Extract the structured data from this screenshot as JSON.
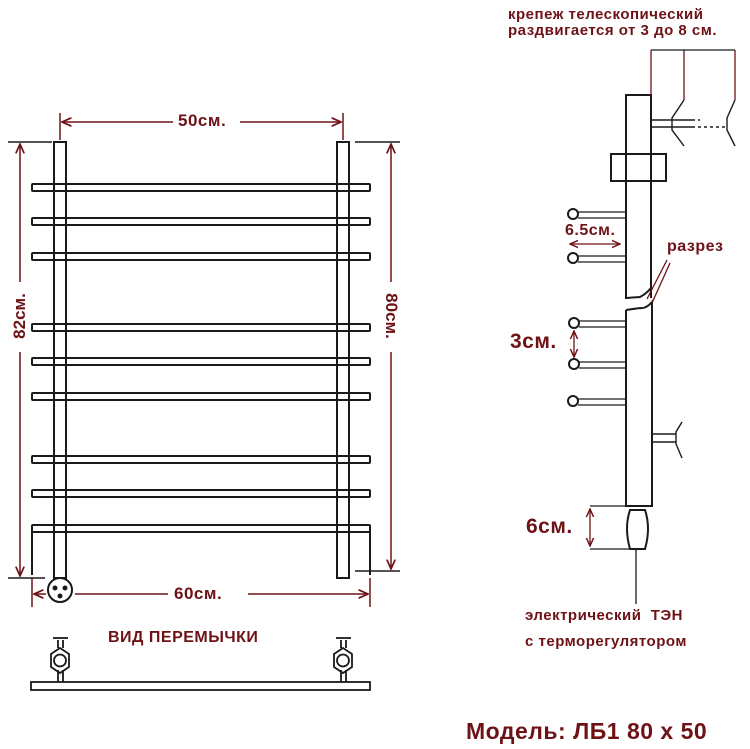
{
  "labels": {
    "mount_note_line1": "крепеж телескопический",
    "mount_note_line2": "раздвигается от 3 до 8 см.",
    "width_axes": "50см.",
    "width_total": "60см.",
    "height_left": "82см.",
    "height_right": "80см.",
    "spacing_65": "6.5см.",
    "spacing_3": "3см.",
    "cut": "разрез",
    "heater_gap": "6см.",
    "heater_line1": "электрический  ТЭН",
    "heater_line2": "с терморегулятором",
    "jumper_view": "ВИД ПЕРЕМЫЧКИ",
    "model": "Модель: ЛБ1 80 х 50"
  },
  "colors": {
    "text": "#6e1216",
    "line": "#1a1a1a",
    "dim_line": "#6e1216"
  },
  "rails_y": [
    188,
    222,
    257,
    328,
    362,
    397,
    460,
    494,
    529
  ]
}
